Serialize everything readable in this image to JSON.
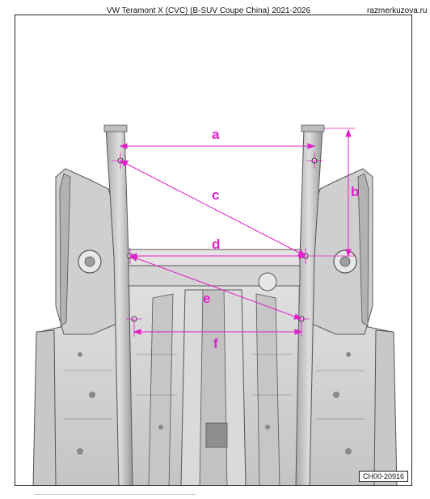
{
  "header": {
    "title": "VW Teramont X (CVC) (B-SUV Coupe China) 2021-2026",
    "site": "razmerkuzova.ru"
  },
  "diagram": {
    "figure_code": "CH00-20916",
    "dimension_labels": {
      "a": "a",
      "b": "b",
      "c": "c",
      "d": "d",
      "e": "e",
      "f": "f"
    },
    "colors": {
      "dimension": "#e020c8",
      "body_light": "#d9d9d9",
      "body_mid": "#b9b9b9",
      "body_dark": "#8c8c8c",
      "outline": "#555555"
    }
  }
}
